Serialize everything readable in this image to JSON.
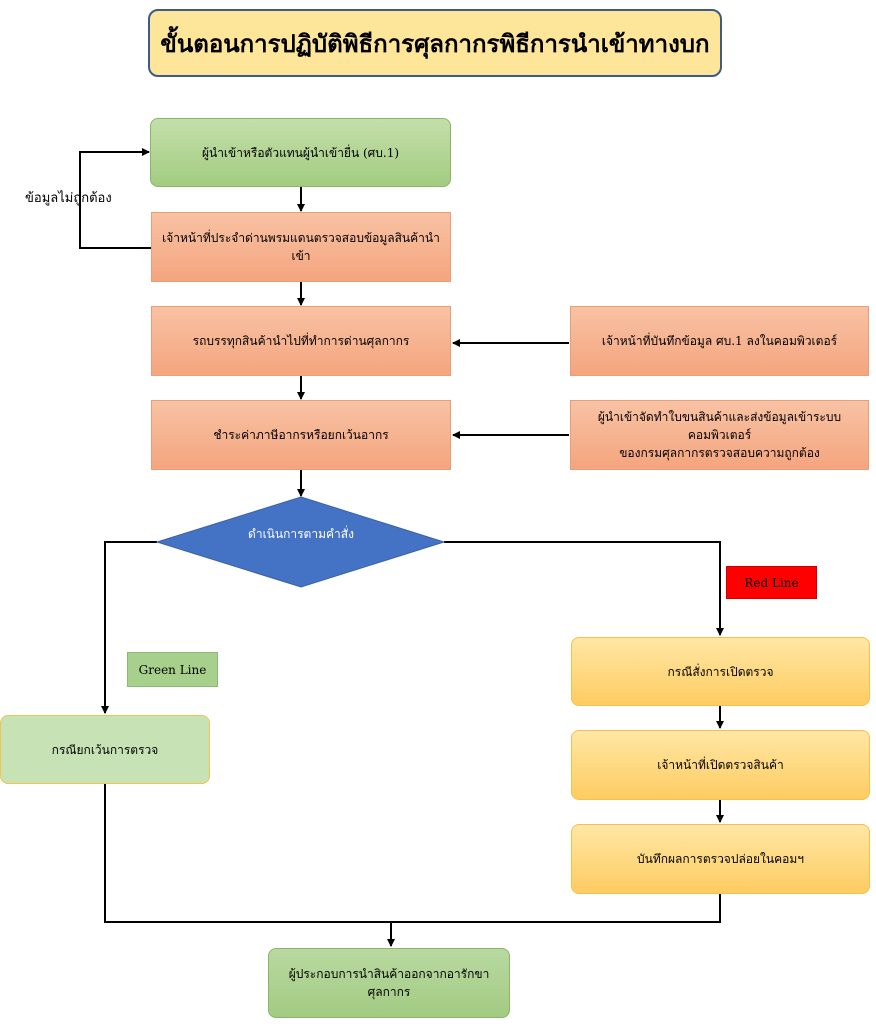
{
  "title": "ขั้นตอนการปฏิบัติพิธีการศุลกากรพิธีการนำเข้าทางบก",
  "nodes": {
    "start": "ผู้นำเข้าหรือตัวแทนผู้นำเข้ายื่น (ศบ.1)",
    "check": "เจ้าหน้าที่ประจำด่านพรมแดนตรวจสอบข้อมูลสินค้านำเข้า",
    "transport": "รถบรรทุกสินค้านำไปที่ทำการด่านศุลกากร",
    "pay": "ชำระค่าภาษีอากรหรือยกเว้นอากร",
    "record": "เจ้าหน้าที่บันทึกข้อมูล ศบ.1 ลงในคอมพิวเตอร์",
    "submit_line1": "ผู้นำเข้าจัดทำใบขนสินค้าและส่งข้อมูลเข้าระบบคอมพิวเตอร์",
    "submit_line2": "ของกรมศุลกากรตรวจสอบความถูกต้อง",
    "decision": "ดำเนินการตามคำสั่ง",
    "exempt": "กรณียกเว้นการตรวจ",
    "open_order": "กรณีสั่งการเปิดตรวจ",
    "inspect": "เจ้าหน้าที่เปิดตรวจสินค้า",
    "release": "บันทึกผลการตรวจปล่อยในคอมฯ",
    "exit": "ผู้ประกอบการนำสินค้าออกจากอารักขาศุลกากร"
  },
  "labels": {
    "incorrect": "ข้อมูลไม่ถูกต้อง",
    "red_line": "Red Line",
    "green_line": "Green Line"
  },
  "colors": {
    "decision_fill": "#4472c4",
    "red_tag": "#ff0000",
    "green_tag": "#a8d08d"
  }
}
